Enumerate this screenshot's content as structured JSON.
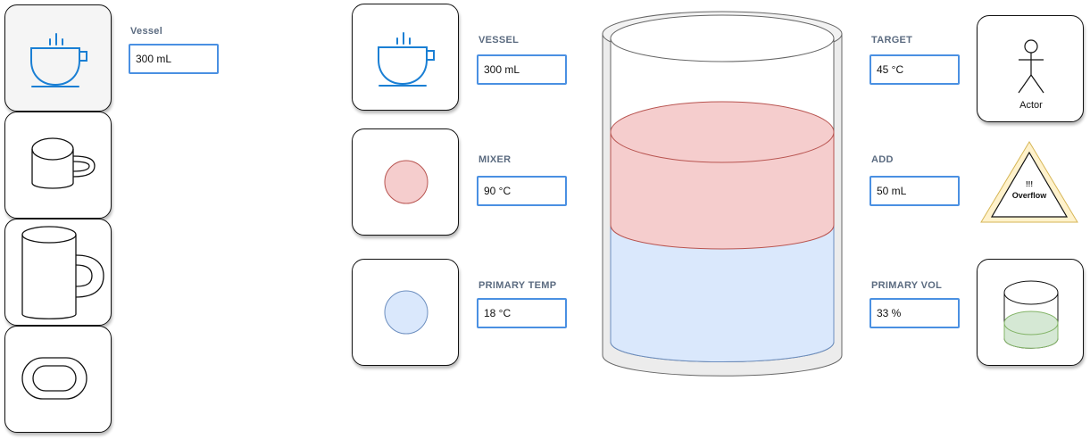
{
  "palette": {
    "vessel_label": "Vessel",
    "vessel_value": "300 mL",
    "shapes": [
      "teacup-icon",
      "mug-icon",
      "tall-mug-icon",
      "saucer-icon"
    ]
  },
  "controls": {
    "vessel": {
      "label": "VESSEL",
      "value": "300 mL"
    },
    "mixer": {
      "label": "MIXER",
      "value": "90 °C"
    },
    "primary_temp": {
      "label": "PRIMARY TEMP",
      "value": "18 °C"
    },
    "target": {
      "label": "TARGET",
      "value": "45 °C"
    },
    "add": {
      "label": "ADD",
      "value": "50 mL"
    },
    "primary_vol": {
      "label": "PRIMARY VOL",
      "value": "33 %"
    }
  },
  "actor": {
    "label": "Actor"
  },
  "warning": {
    "line1": "!!!",
    "line2": "Overflow"
  },
  "colors": {
    "accent": "#4a90e2",
    "mixer_fill": "#f5cdcd",
    "mixer_stroke": "#b85450",
    "primary_fill": "#dae8fc",
    "primary_stroke": "#6c8ebf",
    "warning_fill": "#fff2cc",
    "warning_stroke": "#d6b656",
    "level_fill": "#d5e8d4",
    "level_stroke": "#82b366",
    "icon_blue": "#1a7fd4"
  }
}
